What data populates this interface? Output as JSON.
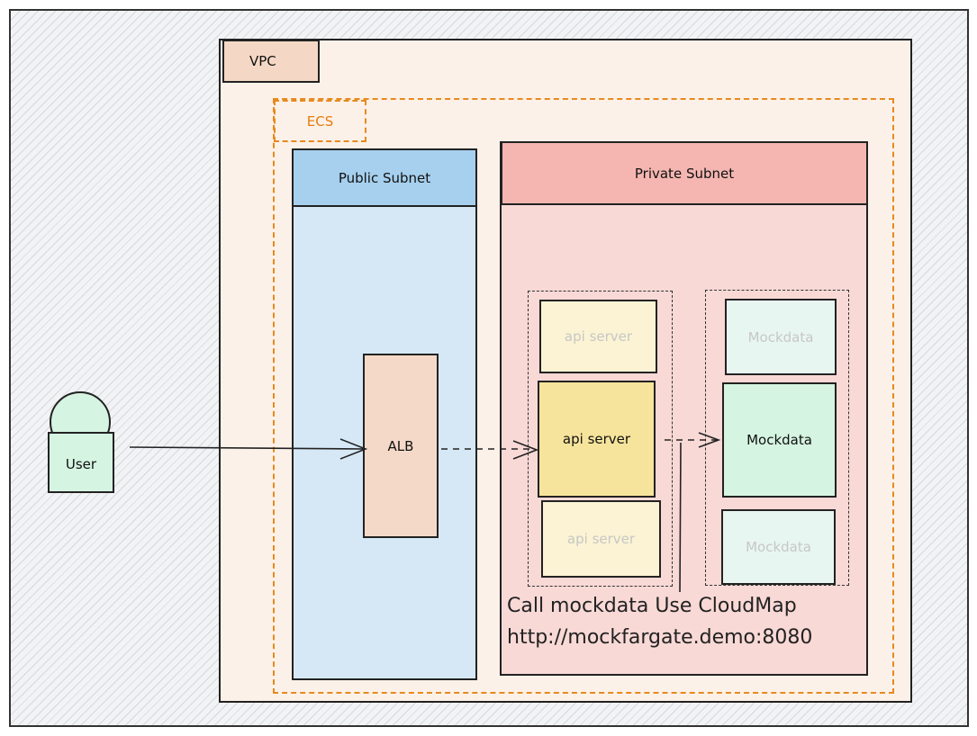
{
  "vpc": {
    "label": "VPC"
  },
  "ecs": {
    "label": "ECS"
  },
  "public_subnet": {
    "label": "Public Subnet"
  },
  "private_subnet": {
    "label": "Private Subnet"
  },
  "alb": {
    "label": "ALB"
  },
  "user": {
    "label": "User"
  },
  "api_servers": {
    "top": "api server",
    "main": "api server",
    "bottom": "api server"
  },
  "mockdata": {
    "top": "Mockdata",
    "main": "Mockdata",
    "bottom": "Mockdata"
  },
  "note": {
    "line1": "Call mockdata Use CloudMap",
    "line2": "http://mockfargate.demo:8080"
  },
  "colors": {
    "ecs_accent": "#e68a1e",
    "public_subnet": "#d6e8f6",
    "private_subnet": "#f8d9d6",
    "api_server": "#f7e49c",
    "mockdata": "#d5f4e1",
    "alb": "#f5d9c8",
    "vpc": "#fcf1e8"
  }
}
